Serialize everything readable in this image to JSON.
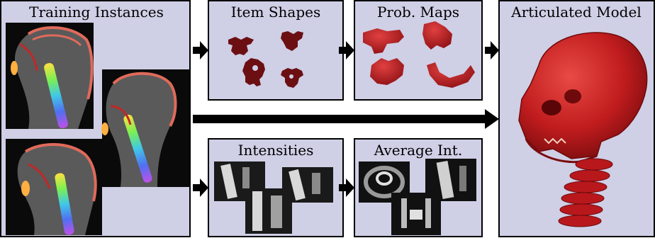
{
  "panels": {
    "training": {
      "title": "Training Instances"
    },
    "shapes": {
      "title": "Item Shapes"
    },
    "probmaps": {
      "title": "Prob. Maps"
    },
    "articulated": {
      "title": "Articulated Model"
    },
    "intensities": {
      "title": "Intensities"
    },
    "average": {
      "title": "Average Int."
    }
  },
  "colors": {
    "panel_fill": "#cfcfe6",
    "panel_border": "#000000",
    "arrow": "#000000",
    "shape_fill": "#6b0f12",
    "probmap_fill": "#b3171d",
    "skull_fill": "#c81d1f",
    "ct_background": "#0a0a0a",
    "ct_tissue": "#6a6a6a",
    "ct_skin": "#e06a5a",
    "ct_bone": "#e0e0e0"
  },
  "icons": {
    "arrows": "right-arrow",
    "ct_scans": "sagittal-ct-slice",
    "shapes": "vertebra-silhouette",
    "probmaps": "3d-vertebra-render",
    "articulated": "skull-and-spine-render"
  }
}
